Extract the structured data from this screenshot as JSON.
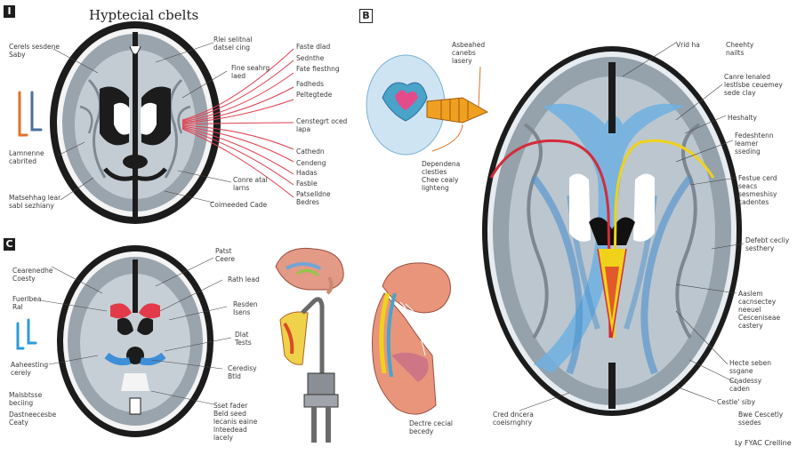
{
  "title": "Hyptecial cbelts",
  "panels": {
    "A": {
      "letter": "I"
    },
    "B": {
      "letter": "B"
    },
    "C": {
      "letter": "C"
    }
  },
  "labels": {
    "a_left_1": "Cerels sesdene\nSaby",
    "a_left_2": "Lamnenne\ncabrited",
    "a_left_3": "Matsehhag lear\nsabl sezhiany",
    "a_top_1": "Rlei selitnal\ndatsel cing",
    "a_mid_1": "Fine seahrg\nlaed",
    "a_bot_1": "Conre atal\nlarns",
    "a_bot_2": "Coimeeded Cade",
    "a_fan_1": "Faste dlad",
    "a_fan_2": "Sednthe",
    "a_fan_3": "Fate fiesthng",
    "a_fan_4": "Fadheds",
    "a_fan_5": "Peltegtede",
    "a_fan_6": "Censtegrt oced\nlapa",
    "a_fan_7": "Cathedn",
    "a_fan_8": "Cendeng",
    "a_fan_9": "Hadas",
    "a_fan_10": "Fasble",
    "a_fan_11": "Patselldne\nBedres",
    "b_top_1": "Asbeahed\ncanebs\nlasery",
    "b_mid_1": "Dependena\nclesties",
    "b_mid_2": "Chee cealy\nlighteng",
    "b_top_2": "Vrid ha",
    "b_top_3": "Cheehty\nnailts",
    "b_r_1": "Canre lenaled\nlestlsbe ceuemey\nsede clay",
    "b_r_2": "Heshalty",
    "b_r_3": "Fedeshtenn\nleamer\nsseding",
    "b_r_4": "Festue cerd\nseacs\nsesmeshisy\ncadentes",
    "b_r_5": "Defebt cecliy\nsesthery",
    "b_r_6": "Aaslem\ncacnsectey\nneeuel\nCesceniseae\ncastery",
    "b_r_7": "Hecte seben\nssgane",
    "b_r_8": "Cnadessy\ncaden",
    "b_r_9": "Cestle' siby",
    "b_r_10": "Bwe Cescetly\nssedes",
    "b_bot_1": "Cred dncera\ncoeisrnghry",
    "b_bot_2": "Dectre cecial\nbecedy",
    "c_left_1": "Cearenedhe\nCoesty",
    "c_left_2": "Fuerlbea\nRal",
    "c_left_3": "Aaheesting\ncerely",
    "c_left_4": "Malsbtsse\nbeciing",
    "c_left_5": "Dastneecesbe\nCeaty",
    "c_top_1": "Patst\nCeere",
    "c_r_1": "Rath lead",
    "c_r_2": "Resden\nIsens",
    "c_r_3": "Dlat\nTests",
    "c_r_4": "Ceredisy\nBtld",
    "c_r_5": "Sset fader\nBeld seed\nlecanis eaine\nlnteedead\nlacely",
    "footer": "Ly FYAC Crelline"
  },
  "colors": {
    "scalp": "#1c1c1c",
    "gray_matter": "#9aa4ad",
    "white_matter": "#dfe6ec",
    "ventricle": "#111111",
    "red_tract": "#d42b3a",
    "yellow_tract": "#f0d21a",
    "blue_tract": "#5a9fd8",
    "accent_orange": "#e0722a"
  }
}
